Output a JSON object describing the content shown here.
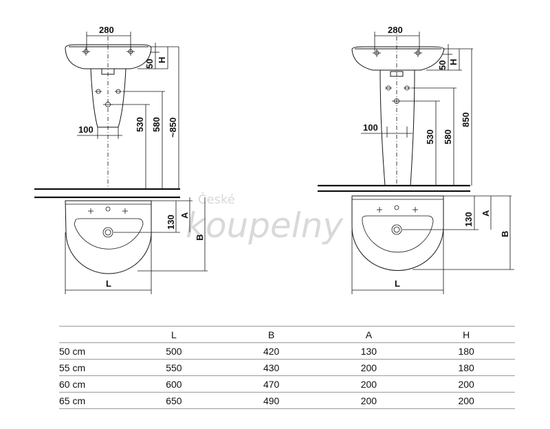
{
  "watermark": {
    "line1": "České",
    "line2": "koupelny"
  },
  "left_drawing": {
    "dim_width_top": "280",
    "dim_overflow": "50",
    "dim_h": "H",
    "dim_530": "530",
    "dim_580": "580",
    "dim_850": "~850",
    "dim_100": "100",
    "dim_130": "130",
    "dim_a": "A",
    "dim_b": "B",
    "dim_l": "L"
  },
  "right_drawing": {
    "dim_width_top": "280",
    "dim_overflow": "50",
    "dim_h": "H",
    "dim_530": "530",
    "dim_580": "580",
    "dim_850": "850",
    "dim_100": "100",
    "dim_130": "130",
    "dim_a": "A",
    "dim_b": "B",
    "dim_l": "L"
  },
  "table": {
    "headers": [
      "",
      "L",
      "B",
      "A",
      "H"
    ],
    "rows": [
      [
        "50 cm",
        "500",
        "420",
        "130",
        "180"
      ],
      [
        "55 cm",
        "550",
        "430",
        "200",
        "180"
      ],
      [
        "60 cm",
        "600",
        "470",
        "200",
        "200"
      ],
      [
        "65 cm",
        "650",
        "490",
        "200",
        "200"
      ]
    ]
  }
}
